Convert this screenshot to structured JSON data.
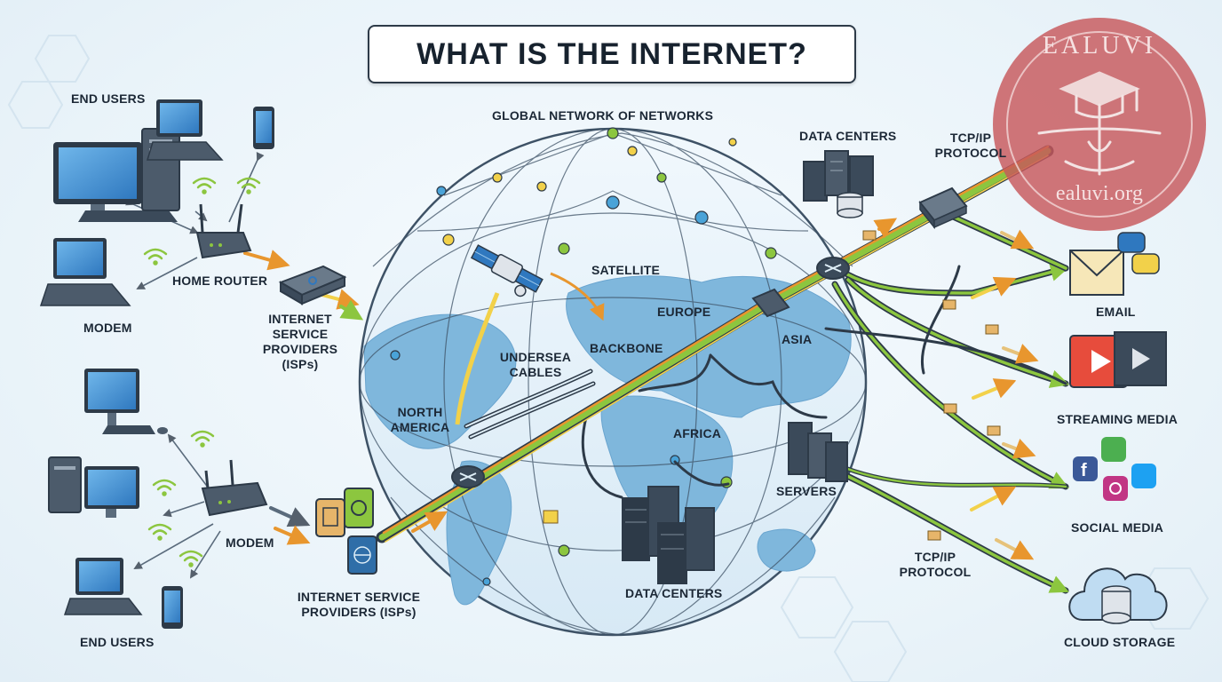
{
  "title": "WHAT IS THE INTERNET?",
  "labels": {
    "global_network": "GLOBAL NETWORK OF NETWORKS",
    "end_users_top": "END USERS",
    "home_router": "HOME ROUTER",
    "modem_top": "MODEM",
    "isp_top": [
      "INTERNET",
      "SERVICE",
      "PROVIDERS",
      "(ISPs)"
    ],
    "modem_bottom": "MODEM",
    "end_users_bottom": "END USERS",
    "isp_bottom": [
      "INTERNET SERVICE",
      "PROVIDERS (ISPs)"
    ],
    "satellite": "SATELLITE",
    "europe": "EUROPE",
    "asia": "ASIA",
    "backbone": "BACKBONE",
    "undersea_cables": [
      "UNDERSEA",
      "CABLES"
    ],
    "north_america": [
      "NORTH",
      "AMERICA"
    ],
    "africa": "AFRICA",
    "data_centers_top": "DATA CENTERS",
    "data_centers_bottom": "DATA CENTERS",
    "tcpip_top": [
      "TCP/IP",
      "PROTOCOL"
    ],
    "tcpip_bottom": [
      "TCP/IP",
      "PROTOCOL"
    ],
    "servers": "SERVERS",
    "email": "EMAIL",
    "streaming_media": "STREAMING MEDIA",
    "social_media": "SOCIAL MEDIA",
    "cloud_storage": "CLOUD STORAGE"
  },
  "watermark": {
    "top_text": "EALUVI",
    "bottom_text": "ealuvi.org",
    "color": "#c7585c"
  },
  "colors": {
    "accent_green": "#8cc63f",
    "accent_orange": "#e8962e",
    "accent_yellow": "#f2d14a",
    "globe_ocean": "#dcecf6",
    "land": "#7fb7dc",
    "dark": "#2d3a48",
    "screen": "#4a9ad8"
  },
  "icons": [
    "desktop-icon",
    "laptop-icon",
    "phone-icon",
    "router-icon",
    "modem-icon",
    "wifi-icon",
    "satellite-icon",
    "server-rack-icon",
    "switch-icon",
    "email-icon",
    "video-icon",
    "social-icon",
    "cloud-storage-icon"
  ]
}
